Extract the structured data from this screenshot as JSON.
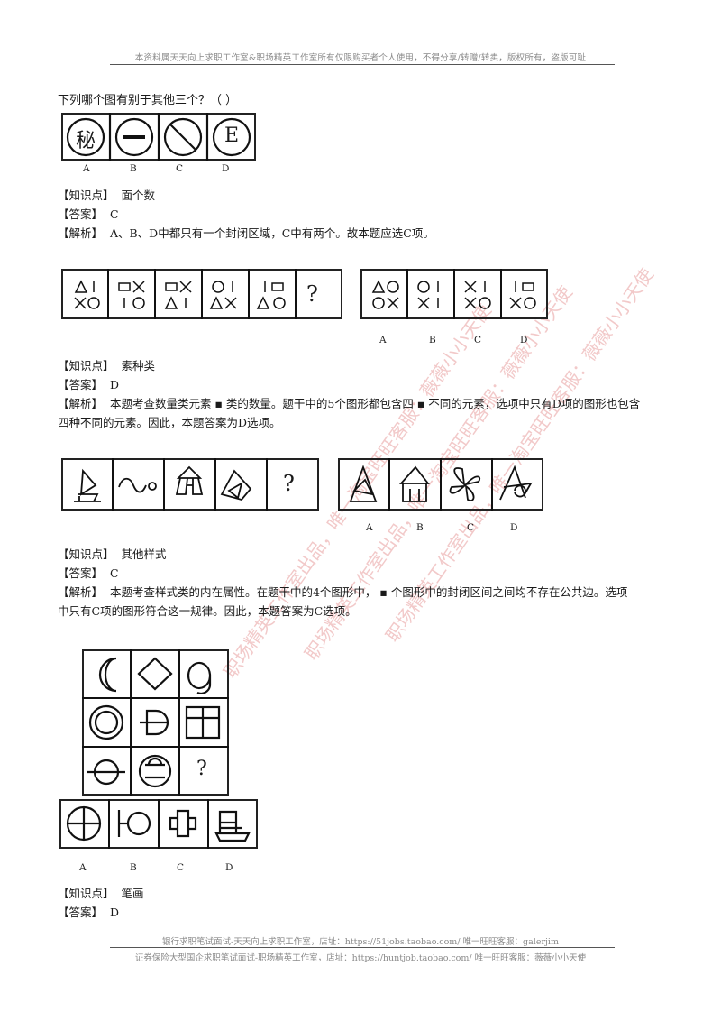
{
  "header": {
    "disclaimer": "本资料属天天向上求职工作室&职场精英工作室所有仅限购买者个人使用，不得分享/转赠/转卖，版权所有，盗版可耻"
  },
  "q1": {
    "question": "下列哪个图有别于其他三个？（ ）",
    "cells": [
      "秘",
      "",
      "",
      "E"
    ],
    "labels": [
      "A",
      "B",
      "C",
      "D"
    ],
    "knowledge_label": "【知识点】",
    "knowledge": "面个数",
    "answer_label": "【答案】",
    "answer": "C",
    "analysis_label": "【解析】",
    "analysis": "A、B、D中都只有一个封闭区域，C中有两个。故本题应选C项。"
  },
  "q2": {
    "question_mark": "?",
    "labels": [
      "A",
      "B",
      "C",
      "D"
    ],
    "knowledge": "素种类",
    "answer": "D",
    "analysis_1": "本题考查数量类元素 ▪ 类的数量。题干中的5个图形都包含四 ▪ 不同的元素，选项中只有D项的图形也包含",
    "analysis_2": "四种不同的元素。因此，本题答案为D选项。"
  },
  "q3": {
    "question_mark": "?",
    "labels": [
      "A",
      "B",
      "C",
      "D"
    ],
    "knowledge": "其他样式",
    "answer": "C",
    "analysis_1": "本题考查样式类的内在属性。在题干中的4个图形中， ▪ 个图形中的封闭区间之间均不存在公共边。选项",
    "analysis_2": "中只有C项的图形符合这一规律。因此，本题答案为C选项。"
  },
  "q4": {
    "question_mark": "?",
    "labels": [
      "A",
      "B",
      "C",
      "D"
    ],
    "knowledge": "笔画",
    "answer": "D"
  },
  "watermarks": [
    "职场精英工作室出品，唯一淘宝旺旺客服：薇薇小小天使",
    "职场精英工作室出品，唯一淘宝旺旺客服：薇薇小小天使",
    "职场精英工作室出品，唯一淘宝旺旺客服：薇薇小小天使"
  ],
  "footer": {
    "line1": "银行求职笔试面试-天天向上求职工作室，店址：https://51jobs.taobao.com/ 唯一旺旺客服：galerjim",
    "line2": "证券保险大型国企求职笔试面试-职场精英工作室，店址：https://huntjob.taobao.com/ 唯一旺旺客服：薇薇小小天使"
  }
}
